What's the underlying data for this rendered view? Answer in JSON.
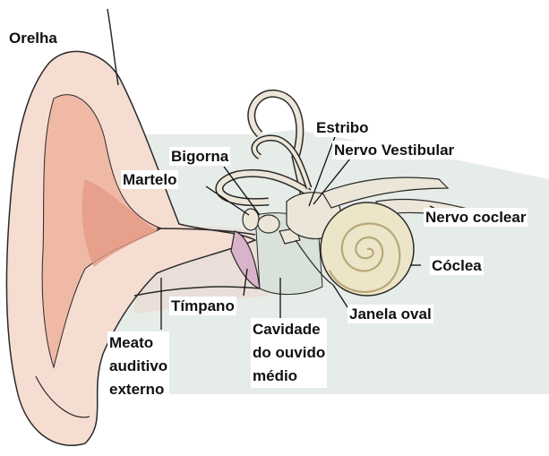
{
  "labels": {
    "orelha": "Orelha",
    "estribo": "Estribo",
    "nervo_vestibular": "Nervo Vestibular",
    "bigorna": "Bigorna",
    "martelo": "Martelo",
    "nervo_coclear": "Nervo coclear",
    "coclea": "Cóclea",
    "timpano": "Tímpano",
    "janela_oval": "Janela oval",
    "cavidade": [
      "Cavidade",
      "do ouvido",
      "médio"
    ],
    "meato": [
      "Meato",
      "auditivo",
      "externo"
    ]
  },
  "colors": {
    "skin_light": "#f6ddd2",
    "skin_mid": "#efb9a6",
    "skin_dark": "#e49a86",
    "canal_bg": "#dfe7e2",
    "bone": "#ece6d8",
    "cochlea": "#ece5c8",
    "eardrum": "#d9b3c9",
    "outline": "#2a2a2a"
  }
}
